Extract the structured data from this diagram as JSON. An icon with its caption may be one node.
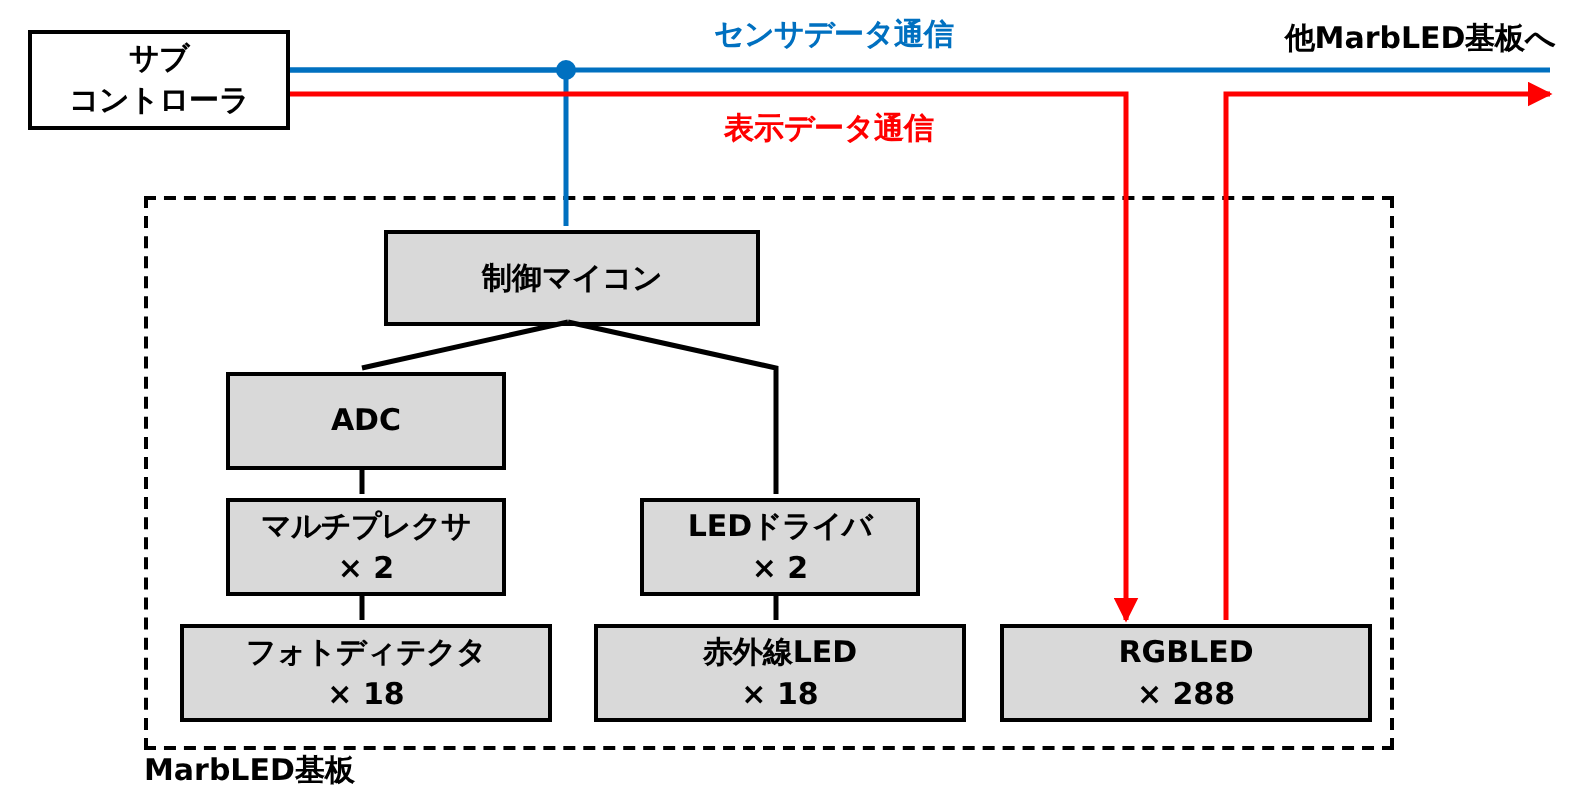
{
  "diagram": {
    "nodes": [
      {
        "text": [
          "サブコントローラ"
        ]
      },
      {
        "text": [
          "MarbLED基板"
        ]
      },
      {
        "text": [
          "制御マイコン"
        ],
        "in": 1
      },
      {
        "text": [
          "ADC"
        ],
        "in": 1
      },
      {
        "text": [
          "マルチプレクサ × 2"
        ],
        "in": 1
      },
      {
        "text": [
          "LEDドライバ × 2"
        ],
        "in": 1
      },
      {
        "text": [
          "フォトディテクタ × 18"
        ],
        "in": 1
      },
      {
        "text": [
          "赤外線LED × 18"
        ],
        "in": 1
      },
      {
        "text": [
          "RGBLED × 288"
        ],
        "in": 1
      },
      {
        "text": [
          "他MarbLED基板へ"
        ]
      }
    ],
    "edges": [
      {
        "from": 0,
        "to": 9,
        "arrow": "none",
        "label": "センサデータ通信",
        "color": "#0070c0"
      },
      {
        "from": 0,
        "to": 2,
        "arrow": "none",
        "color": "#0070c0"
      },
      {
        "from": 0,
        "to": 8,
        "arrow": "to",
        "label": "表示データ通信",
        "color": "#ff0000"
      },
      {
        "from": 8,
        "to": 9,
        "arrow": "to",
        "color": "#ff0000"
      },
      {
        "from": 2,
        "to": 3,
        "arrow": "none"
      },
      {
        "from": 2,
        "to": 5,
        "arrow": "none"
      },
      {
        "from": 3,
        "to": 4,
        "arrow": "none"
      },
      {
        "from": 4,
        "to": 6,
        "arrow": "none"
      },
      {
        "from": 5,
        "to": 7,
        "arrow": "none"
      }
    ]
  }
}
